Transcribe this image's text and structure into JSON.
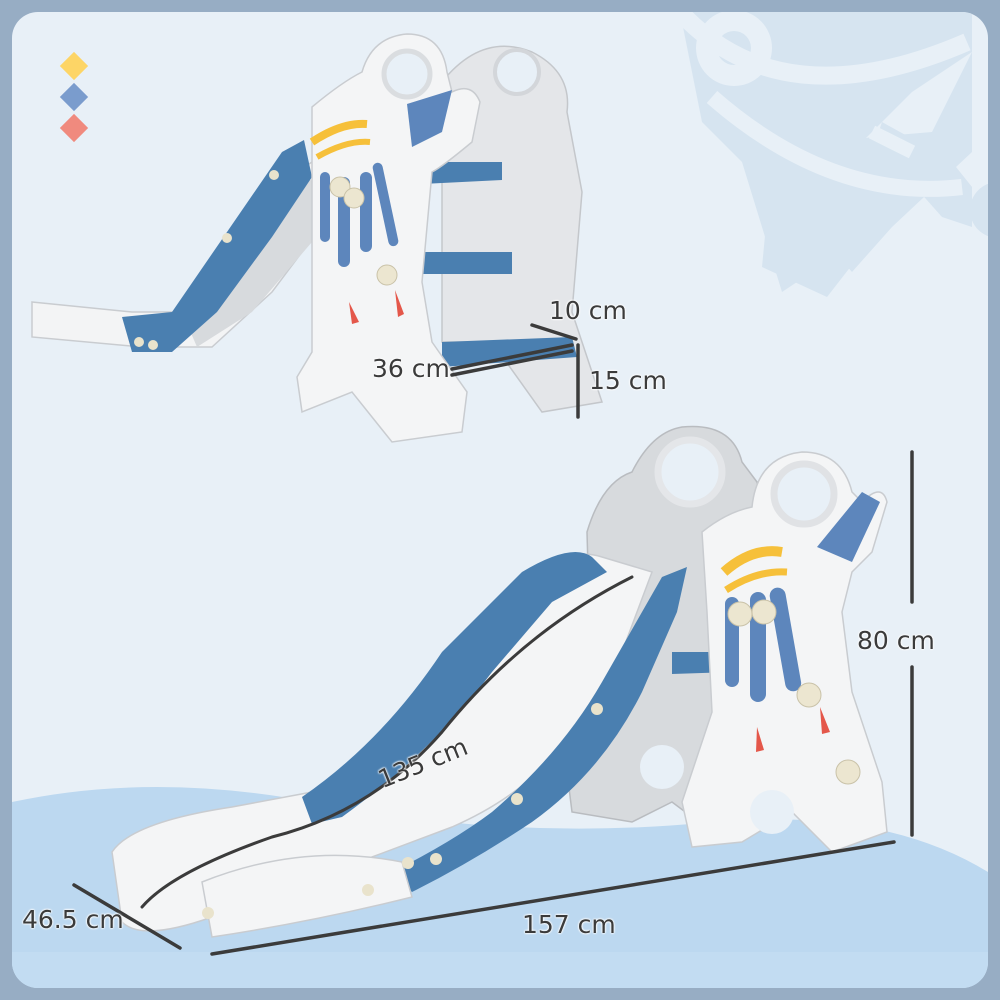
{
  "product": {
    "type": "toddler slide",
    "theme": "rocket"
  },
  "color_swatches": [
    {
      "name": "yellow",
      "color": "#fdd566"
    },
    {
      "name": "blue",
      "color": "#7a9ccd"
    },
    {
      "name": "coral",
      "color": "#f08a7e"
    }
  ],
  "dimensions": {
    "step_depth": "10 cm",
    "step_width": "36 cm",
    "step_height": "15 cm",
    "slide_length": "135 cm",
    "height": "80 cm",
    "depth": "46.5 cm",
    "length": "157 cm"
  },
  "colors": {
    "frame": "#97adc4",
    "panel": "#e8f0f7",
    "floor": "#bcd8f0",
    "rocket_watermark": "#d6e4f0",
    "slide_blue": "#4a7fb0",
    "plastic_white": "#f4f5f6",
    "plastic_grey": "#d9dcdf",
    "accent_yellow": "#f6c03a",
    "accent_red": "#e4574a",
    "line": "#3b3b3b"
  }
}
